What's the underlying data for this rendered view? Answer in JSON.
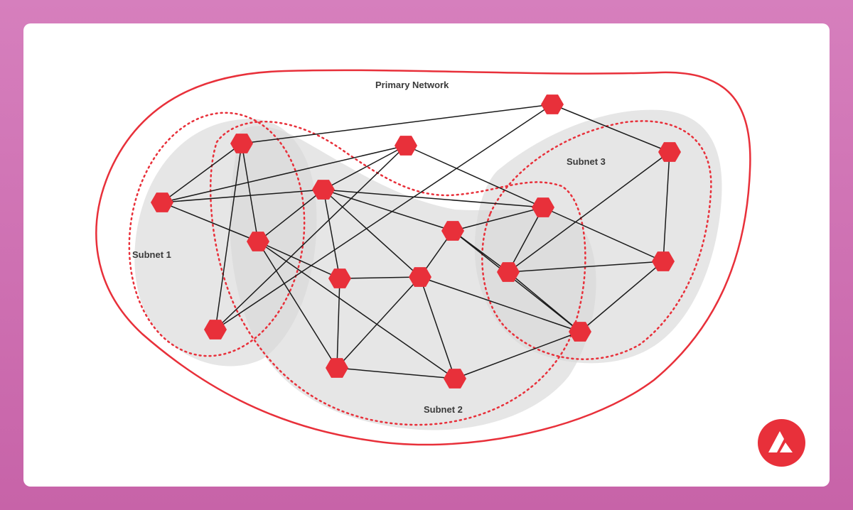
{
  "labels": {
    "primary": "Primary Network",
    "subnet1": "Subnet 1",
    "subnet2": "Subnet 2",
    "subnet3": "Subnet 3"
  },
  "logo": {
    "icon": "avalanche-logo-icon"
  },
  "colors": {
    "background": "#cf72b3",
    "card": "#ffffff",
    "accent": "#e8303a",
    "subnet_fill": "#d9d9d9",
    "edge": "#1a1a1a"
  },
  "nodes": [
    {
      "id": "n1"
    },
    {
      "id": "n2"
    },
    {
      "id": "n3"
    },
    {
      "id": "n4"
    },
    {
      "id": "n5"
    },
    {
      "id": "n6"
    },
    {
      "id": "n7"
    },
    {
      "id": "n8"
    },
    {
      "id": "n9"
    },
    {
      "id": "n10"
    },
    {
      "id": "n11"
    },
    {
      "id": "n12"
    },
    {
      "id": "n13"
    },
    {
      "id": "n14"
    },
    {
      "id": "n15"
    },
    {
      "id": "n16"
    },
    {
      "id": "n17"
    }
  ],
  "edges": [
    [
      "n2",
      "n1"
    ],
    [
      "n2",
      "n4"
    ],
    [
      "n2",
      "n5"
    ],
    [
      "n2",
      "n16"
    ],
    [
      "n1",
      "n3"
    ],
    [
      "n1",
      "n5"
    ],
    [
      "n1",
      "n17"
    ],
    [
      "n3",
      "n16"
    ],
    [
      "n3",
      "n17"
    ],
    [
      "n16",
      "n14"
    ],
    [
      "n4",
      "n5"
    ],
    [
      "n4",
      "n9"
    ],
    [
      "n4",
      "n10"
    ],
    [
      "n4",
      "n11"
    ],
    [
      "n4",
      "n14"
    ],
    [
      "n4",
      "n16"
    ],
    [
      "n5",
      "n6"
    ],
    [
      "n5",
      "n7"
    ],
    [
      "n5",
      "n9"
    ],
    [
      "n9",
      "n6"
    ],
    [
      "n9",
      "n10"
    ],
    [
      "n10",
      "n6"
    ],
    [
      "n10",
      "n11"
    ],
    [
      "n10",
      "n8"
    ],
    [
      "n10",
      "n7"
    ],
    [
      "n11",
      "n12"
    ],
    [
      "n11",
      "n14"
    ],
    [
      "n11",
      "n8"
    ],
    [
      "n12",
      "n13"
    ],
    [
      "n12",
      "n14"
    ],
    [
      "n12",
      "n15"
    ],
    [
      "n12",
      "n8"
    ],
    [
      "n13",
      "n15"
    ],
    [
      "n13",
      "n14"
    ],
    [
      "n15",
      "n17"
    ],
    [
      "n6",
      "n7"
    ],
    [
      "n7",
      "n8"
    ],
    [
      "n8",
      "n13"
    ]
  ]
}
